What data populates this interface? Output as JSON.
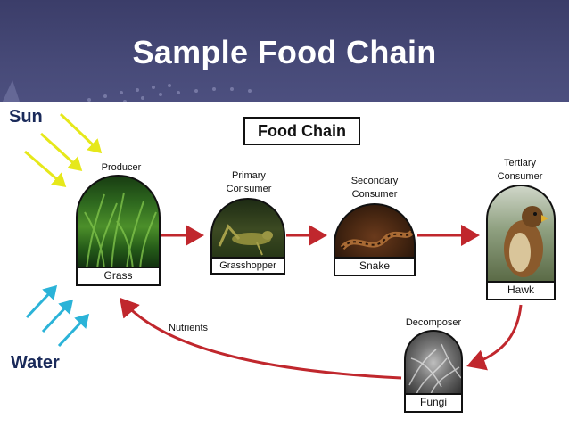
{
  "slide": {
    "title": "Sample Food Chain"
  },
  "diagram": {
    "title": "Food Chain",
    "sun_label": "Sun",
    "water_label": "Water",
    "nutrients_label": "Nutrients",
    "organisms": [
      {
        "role": "Producer",
        "name": "Grass"
      },
      {
        "role_line1": "Primary",
        "role_line2": "Consumer",
        "name": "Grasshopper"
      },
      {
        "role_line1": "Secondary",
        "role_line2": "Consumer",
        "name": "Snake"
      },
      {
        "role_line1": "Tertiary",
        "role_line2": "Consumer",
        "name": "Hawk"
      },
      {
        "role": "Decomposer",
        "name": "Fungi"
      }
    ]
  },
  "colors": {
    "header_bg": "#444774",
    "arrow_red": "#c0272d",
    "sun_rays": "#e6e81a",
    "water_arrows": "#2bb3d8",
    "label_blue": "#1a2a5a"
  }
}
